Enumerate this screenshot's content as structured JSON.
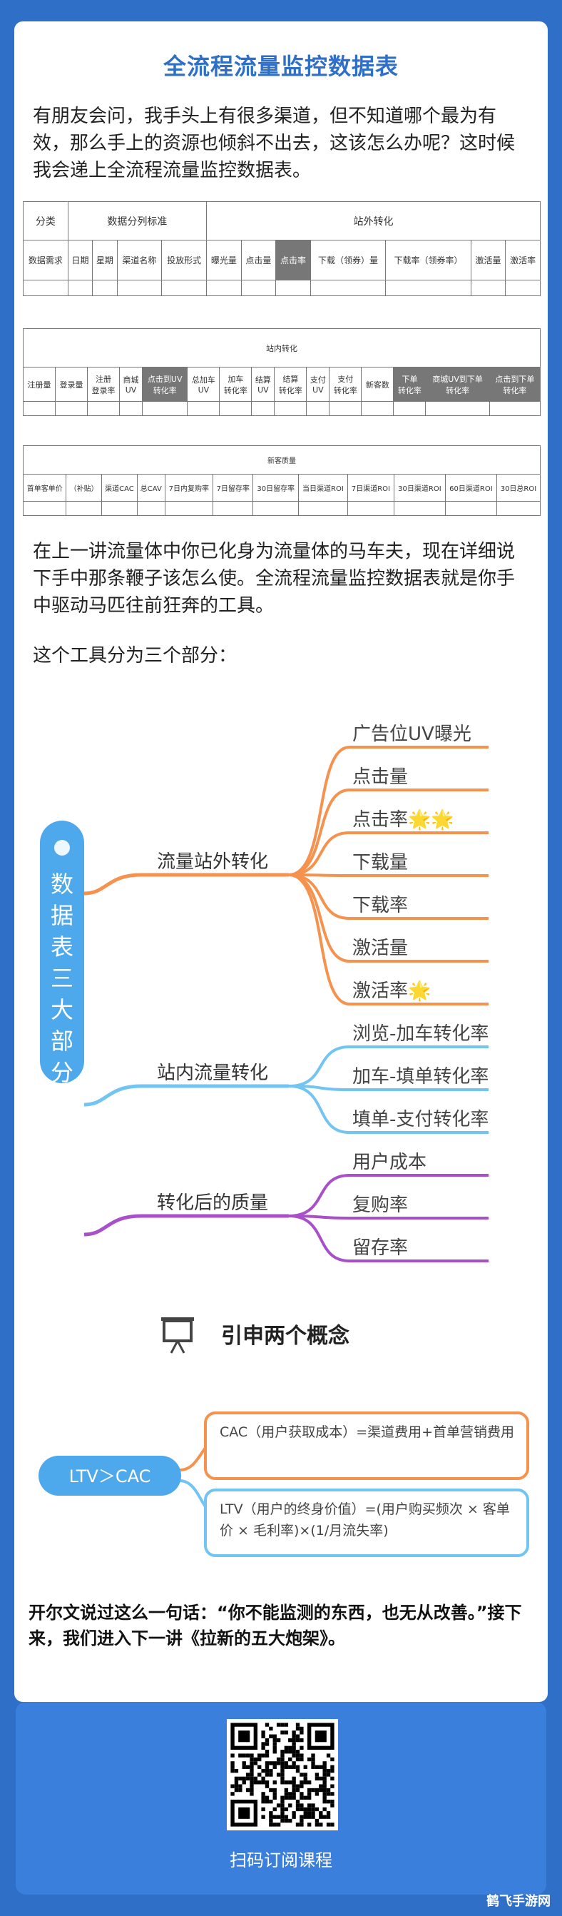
{
  "title": "全流程流量监控数据表",
  "intro": "有朋友会问，我手头上有很多渠道，但不知道哪个最为有效，那么手上的资源也倾斜不出去，这该怎么办呢？这时候我会递上全流程流量监控数据表。",
  "table1": {
    "groups": [
      "分类",
      "数据分列标准",
      "站外转化"
    ],
    "cols": [
      "数据需求",
      "日期",
      "星期",
      "渠道名称",
      "投放形式",
      "曝光量",
      "点击量",
      "点击率",
      "下载（领券）量",
      "下载率（领券率）",
      "激活量",
      "激活率"
    ]
  },
  "table2": {
    "header": "站内转化",
    "cols": [
      "注册量",
      "登录量",
      "注册\n登录率",
      "商城\nUV",
      "点击到UV\n转化率",
      "总加车\nUV",
      "加车\n转化率",
      "结算\nUV",
      "结算\n转化率",
      "支付\nUV",
      "支付\n转化率",
      "新客数",
      "下单\n转化率",
      "商城UV到下单\n转化率",
      "点击到下单\n转化率"
    ]
  },
  "table3": {
    "header": "新客质量",
    "cols": [
      "首单客单价",
      "（补贴）",
      "渠道CAC",
      "总CAV",
      "7日内复购率",
      "7日留存率",
      "30日留存率",
      "当日渠道ROI",
      "7日渠道ROI",
      "30日渠道ROI",
      "60日渠道ROI",
      "30日总ROI"
    ]
  },
  "para2": "在上一讲流量体中你已化身为流量体的马车夫，现在详细说下手中那条鞭子该怎么使。全流程流量监控数据表就是你手中驱动马匹往前狂奔的工具。",
  "para3": "这个工具分为三个部分：",
  "mindmap": {
    "root": "数据表三大部分",
    "branches": [
      {
        "label": "流量站外转化",
        "color": "#f5924e",
        "leaves": [
          "广告位UV曝光",
          "点击量",
          "点击率🌟🌟",
          "下载量",
          "下载率",
          "激活量",
          "激活率🌟"
        ]
      },
      {
        "label": "站内流量转化",
        "color": "#72c4f2",
        "leaves": [
          "浏览-加车转化率",
          "加车-填单转化率",
          "填单-支付转化率"
        ]
      },
      {
        "label": "转化后的质量",
        "color": "#a84fc9",
        "leaves": [
          "用户成本",
          "复购率",
          "留存率"
        ]
      }
    ]
  },
  "concept": {
    "heading": "引申两个概念",
    "root": "LTV＞CAC",
    "box1": "CAC（用户获取成本）=渠道费用+首单营销费用",
    "box2": "LTV（用户的终身价值）=(用户购买频次 × 客单价 × 毛利率)×(1/月流失率)",
    "colors": {
      "orange": "#f5924e",
      "blue": "#72c4f2"
    }
  },
  "closing": "开尔文说过这么一句话：“你不能监测的东西，也无从改善。”接下来，我们进入下一讲《拉新的五大炮架》。",
  "footer": {
    "qr_label": "扫码订阅课程"
  },
  "watermark": "鹤飞手游网"
}
